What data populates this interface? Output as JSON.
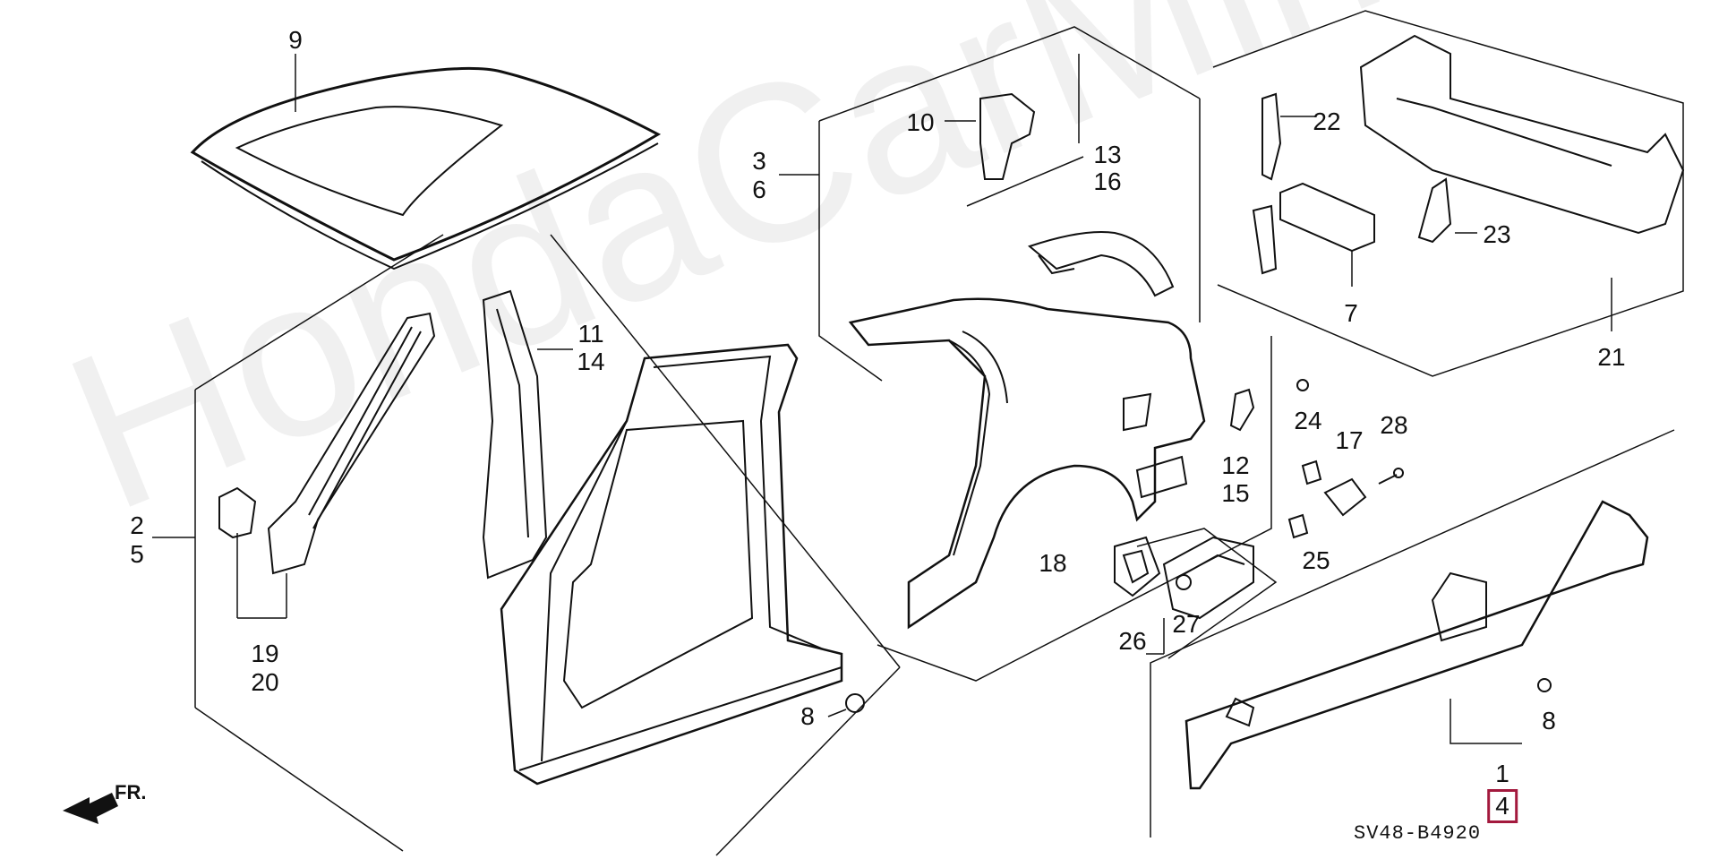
{
  "watermark": "HondaCarMine.ru",
  "drawing_code": "SV48-B4920",
  "direction_label": "FR.",
  "callouts": {
    "c9": "9",
    "c3": "3",
    "c6": "6",
    "c10": "10",
    "c13": "13",
    "c16": "16",
    "c11": "11",
    "c14": "14",
    "c2": "2",
    "c5": "5",
    "c19": "19",
    "c20": "20",
    "c8a": "8",
    "c12": "12",
    "c15": "15",
    "c18": "18",
    "c24": "24",
    "c17": "17",
    "c28": "28",
    "c25": "25",
    "c27": "27",
    "c26": "26",
    "c22": "22",
    "c23": "23",
    "c7": "7",
    "c21": "21",
    "c8b": "8",
    "c1": "1",
    "c4": "4"
  },
  "highlight_color": "#a3193d"
}
